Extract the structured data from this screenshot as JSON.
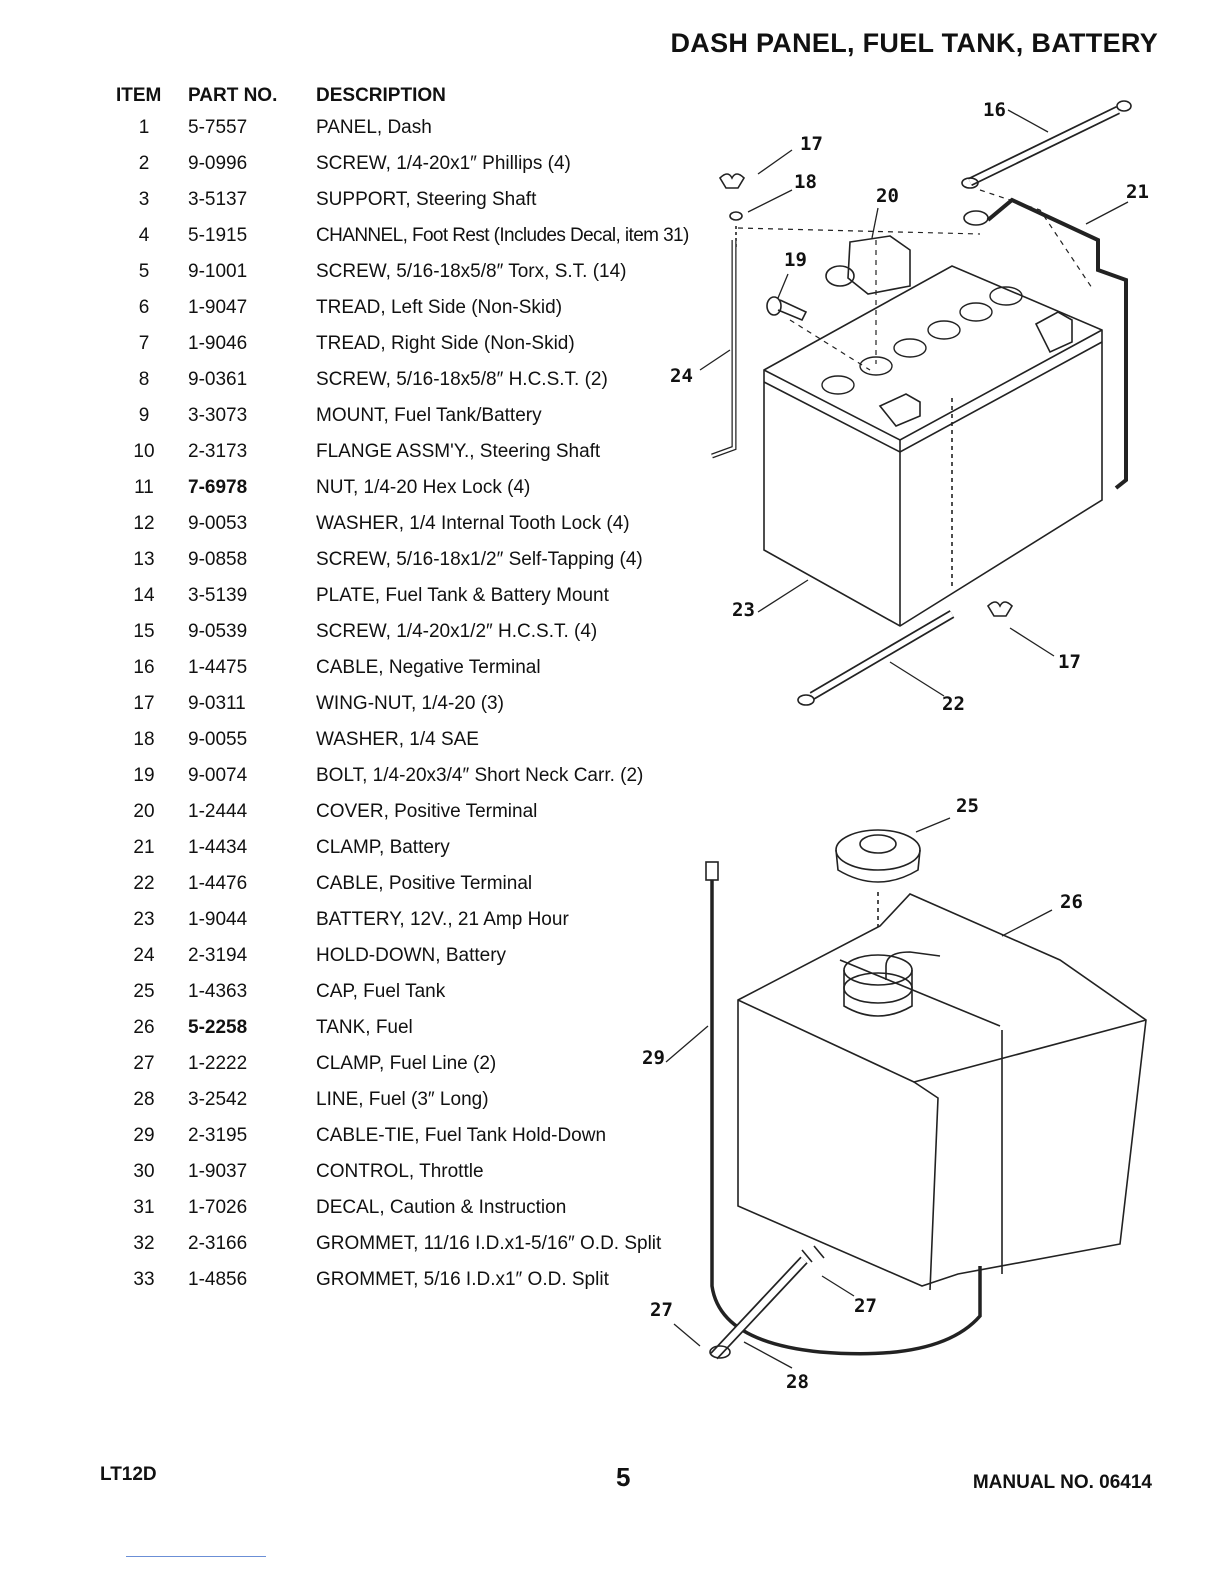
{
  "page_title": "DASH PANEL, FUEL TANK, BATTERY",
  "table": {
    "headers": [
      "ITEM",
      "PART NO.",
      "DESCRIPTION"
    ],
    "rows": [
      {
        "item": "1",
        "part": "5-7557",
        "desc": "PANEL, Dash"
      },
      {
        "item": "2",
        "part": "9-0996",
        "desc": "SCREW, 1/4-20x1″ Phillips (4)"
      },
      {
        "item": "3",
        "part": "3-5137",
        "desc": "SUPPORT, Steering Shaft"
      },
      {
        "item": "4",
        "part": "5-1915",
        "desc": "CHANNEL, Foot Rest (Includes Decal, item 31)"
      },
      {
        "item": "5",
        "part": "9-1001",
        "desc": "SCREW, 5/16-18x5/8″ Torx, S.T. (14)"
      },
      {
        "item": "6",
        "part": "1-9047",
        "desc": "TREAD, Left Side (Non-Skid)"
      },
      {
        "item": "7",
        "part": "1-9046",
        "desc": "TREAD, Right Side (Non-Skid)"
      },
      {
        "item": "8",
        "part": "9-0361",
        "desc": "SCREW, 5/16-18x5/8″ H.C.S.T. (2)"
      },
      {
        "item": "9",
        "part": "3-3073",
        "desc": "MOUNT, Fuel Tank/Battery"
      },
      {
        "item": "10",
        "part": "2-3173",
        "desc": "FLANGE ASSM'Y., Steering Shaft"
      },
      {
        "item": "11",
        "part": "7-6978",
        "desc": "NUT, 1/4-20 Hex Lock (4)"
      },
      {
        "item": "12",
        "part": "9-0053",
        "desc": "WASHER, 1/4 Internal Tooth Lock (4)"
      },
      {
        "item": "13",
        "part": "9-0858",
        "desc": "SCREW, 5/16-18x1/2″ Self-Tapping (4)"
      },
      {
        "item": "14",
        "part": "3-5139",
        "desc": "PLATE, Fuel Tank & Battery Mount"
      },
      {
        "item": "15",
        "part": "9-0539",
        "desc": "SCREW, 1/4-20x1/2″ H.C.S.T. (4)"
      },
      {
        "item": "16",
        "part": "1-4475",
        "desc": "CABLE, Negative Terminal"
      },
      {
        "item": "17",
        "part": "9-0311",
        "desc": "WING-NUT, 1/4-20 (3)"
      },
      {
        "item": "18",
        "part": "9-0055",
        "desc": "WASHER, 1/4 SAE"
      },
      {
        "item": "19",
        "part": "9-0074",
        "desc": "BOLT, 1/4-20x3/4″ Short Neck Carr. (2)"
      },
      {
        "item": "20",
        "part": "1-2444",
        "desc": "COVER, Positive Terminal"
      },
      {
        "item": "21",
        "part": "1-4434",
        "desc": "CLAMP, Battery"
      },
      {
        "item": "22",
        "part": "1-4476",
        "desc": "CABLE, Positive Terminal"
      },
      {
        "item": "23",
        "part": "1-9044",
        "desc": "BATTERY, 12V., 21 Amp Hour"
      },
      {
        "item": "24",
        "part": "2-3194",
        "desc": "HOLD-DOWN, Battery"
      },
      {
        "item": "25",
        "part": "1-4363",
        "desc": "CAP, Fuel Tank"
      },
      {
        "item": "26",
        "part": "5-2258",
        "desc": "TANK, Fuel"
      },
      {
        "item": "27",
        "part": "1-2222",
        "desc": "CLAMP, Fuel Line (2)"
      },
      {
        "item": "28",
        "part": "3-2542",
        "desc": "LINE, Fuel (3″ Long)"
      },
      {
        "item": "29",
        "part": "2-3195",
        "desc": "CABLE-TIE, Fuel Tank Hold-Down"
      },
      {
        "item": "30",
        "part": "1-9037",
        "desc": "CONTROL, Throttle"
      },
      {
        "item": "31",
        "part": "1-7026",
        "desc": "DECAL, Caution & Instruction"
      },
      {
        "item": "32",
        "part": "2-3166",
        "desc": "GROMMET, 11/16 I.D.x1-5/16″ O.D. Split"
      },
      {
        "item": "33",
        "part": "1-4856",
        "desc": "GROMMET, 5/16 I.D.x1″ O.D. Split"
      }
    ]
  },
  "callouts": {
    "c16": "16",
    "c17a": "17",
    "c18": "18",
    "c20": "20",
    "c21": "21",
    "c19": "19",
    "c24": "24",
    "c23": "23",
    "c17b": "17",
    "c22": "22",
    "c25": "25",
    "c26": "26",
    "c29": "29",
    "c27a": "27",
    "c27b": "27",
    "c28": "28"
  },
  "footer": {
    "model": "LT12D",
    "page_number": "5",
    "manual": "MANUAL NO. 06414"
  }
}
